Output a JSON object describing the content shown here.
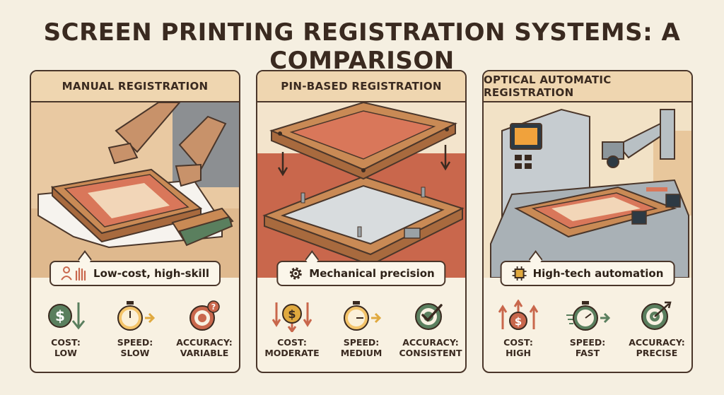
{
  "title": "SCREEN PRINTING REGISTRATION SYSTEMS: A COMPARISON",
  "colors": {
    "background": "#f5efe1",
    "header": "#efd6b0",
    "outline": "#4a362a",
    "wood": "#c98a55",
    "terracotta": "#c9674c",
    "green": "#5a7f5e",
    "gold": "#e0a93e",
    "metal": "#b8c0c4"
  },
  "panels": [
    {
      "heading": "MANUAL REGISTRATION",
      "callout": {
        "icon": "person-hand-icon",
        "text": "Low-cost, high-skill"
      },
      "metrics": [
        {
          "icon": "dollar-down-icon",
          "label": "COST:",
          "value": "LOW"
        },
        {
          "icon": "stopwatch-icon",
          "label": "SPEED:",
          "value": "SLOW"
        },
        {
          "icon": "target-question-icon",
          "label": "ACCURACY:",
          "value": "VARIABLE"
        }
      ]
    },
    {
      "heading": "PIN-BASED REGISTRATION",
      "callout": {
        "icon": "gear-icon",
        "text": "Mechanical precision"
      },
      "metrics": [
        {
          "icon": "dollar-arrows-icon",
          "label": "COST:",
          "value": "MODERATE"
        },
        {
          "icon": "stopwatch-icon",
          "label": "SPEED:",
          "value": "MEDIUM"
        },
        {
          "icon": "target-check-icon",
          "label": "ACCURACY:",
          "value": "CONSISTENT"
        }
      ]
    },
    {
      "heading": "OPTICAL AUTOMATIC REGISTRATION",
      "callout": {
        "icon": "chip-icon",
        "text": "High-tech automation"
      },
      "metrics": [
        {
          "icon": "dollar-up-icon",
          "label": "COST:",
          "value": "HIGH"
        },
        {
          "icon": "stopwatch-fast-icon",
          "label": "SPEED:",
          "value": "FAST"
        },
        {
          "icon": "target-bullseye-icon",
          "label": "ACCURACY:",
          "value": "PRECISE"
        }
      ]
    }
  ]
}
